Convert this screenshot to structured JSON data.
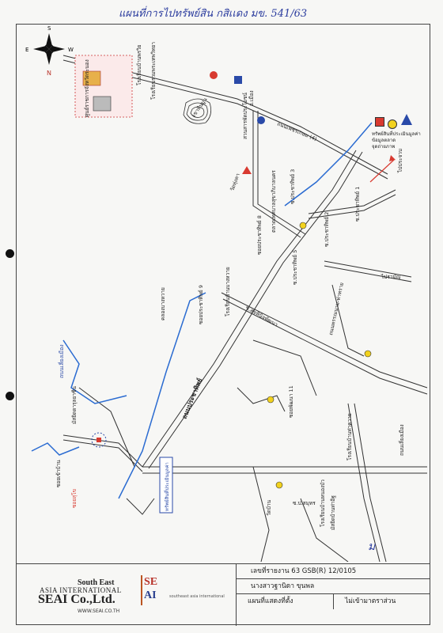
{
  "header_note": "แผนที่การไปทรัพย์สิน  กสิเเดง มข. 541/63",
  "compass": {
    "n": "N",
    "s": "S",
    "e": "E",
    "w": "W"
  },
  "legend": [
    {
      "label": "ทรัพย์สินที่ประเมินมูลค่า",
      "color": "#d83a30"
    },
    {
      "label": "ข้อมูลตลาด",
      "color": "#f2d21e"
    },
    {
      "label": "จุดถ่ายภาพ",
      "color": "#2a4aa8"
    }
  ],
  "labels": {
    "top_school1": "โรงเรียนบ้านพรวิย",
    "top_school2": "โรงเรียนรวมพระเทพวิทยา",
    "top_place": "ศูนย์ราชการจังหวัดระนอง",
    "temple_mtn": "เขาหินปูน",
    "district_office": "อ.เมือง",
    "police": "สวนสารพัดประโยชน์",
    "highway": "ถนนเพชรเกษม (4)",
    "to_prachuap": "ไปประจวบ",
    "wat1": "วัดทุ่งคา",
    "market": "ตลาดเทศบาลสุขาภิบาลนคร",
    "soi_prachathipat8": "ซอยประชาทิพย์ 8",
    "soi_prachathipat3": "ซ.ประชาทิพย์ 3",
    "soi_prachathipat2": "ซ.ประชาทิพย์ 2",
    "soi_prachathipat1": "ซ.ประชาทิพย์ 1",
    "soi_prachathipat5": "ซ.ประชาทิพย์ 5",
    "soi_prachathipat9": "ซอยประชาทิพย์ 9",
    "school_mid": "โรงเรียนบ้านบางหวาย",
    "road_prachathipat": "ถนนประชาทิพย์",
    "road_tha_muang": "ถนนพรรณนาม-ท่าทราย",
    "soi_phuttharaksa": "ซ.สุขพินิจพัฒนา",
    "soi_pattana11": "ซอยพัฒนา 11",
    "road_left": "ถนนเลี่ยงเมือง",
    "mosque": "มัสยิดดารุลยาซีน",
    "soi_aka": "ซอยเข้าบ้าน",
    "soi_thai": "ซอยสุโข",
    "property_box": "ทรัพย์สินที่ประเมินมูลค่า",
    "road_right": "ถนนเลี่ยงเมือง",
    "school_low": "โรงเรียนบ้านท่าควาย",
    "mosque2": "มัสยิดบ้านท่าอิฐ",
    "lowtemple": "วัดบ้าน",
    "soi_low": "ซ.ป.สมุทร",
    "river": "คลองบางหวาย",
    "lower_school2": "โรงเรียนบ้านหนองบัว",
    "to_maiphrai": "ไปรามัญ"
  },
  "title_block": {
    "logo_line1": "South East",
    "logo_line2": "ASIA INTERNATIONAL",
    "logo_line3": "SEAI Co.,Ltd.",
    "logo_line4": "WWW.SEAI.CO.TH",
    "logo_se": "SE",
    "logo_ai": "AI",
    "logo_sub": "southeast asia international",
    "report_no": "เลขที่รายงาน  63 GSB(R) 12/0105",
    "owner": "นางสาวฐานิดา ขุนพล",
    "map_title": "แผนที่แสดงที่ตั้ง",
    "scale": "ไม่เข้ามาตราส่วน"
  },
  "signature": "ม"
}
